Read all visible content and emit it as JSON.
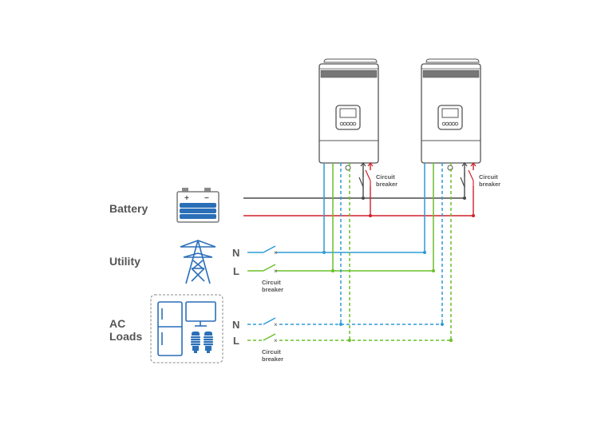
{
  "labels": {
    "battery": "Battery",
    "utility": "Utility",
    "ac_loads_line1": "AC",
    "ac_loads_line2": "Loads",
    "neutral": "N",
    "line": "L",
    "breaker_line1": "Circuit",
    "breaker_line2": "breaker"
  },
  "battery_terminals": {
    "positive": "+",
    "negative": "−"
  },
  "inverter_units": 2,
  "wire_colors": {
    "battery_negative": "#4a4a4a",
    "battery_positive": "#d0202a",
    "neutral": "#2e9bd6",
    "line": "#6abf2a"
  },
  "icons": {
    "battery": "battery-icon",
    "utility": "transmission-tower-icon",
    "loads": [
      "refrigerator-icon",
      "monitor-icon",
      "lightbulb-icon",
      "lightbulb-icon"
    ],
    "inverter": "inverter-icon"
  }
}
